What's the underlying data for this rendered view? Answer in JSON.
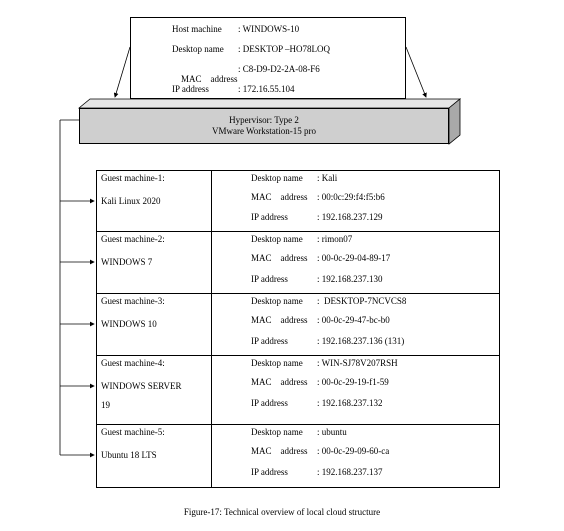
{
  "host": {
    "rows": [
      {
        "label": "Host machine",
        "value": ": WINDOWS-10"
      },
      {
        "label": "Desktop name",
        "value": ": DESKTOP –HO78LOQ"
      },
      {
        "label": "MAC    address",
        "value": ": C8-D9-D2-2A-08-F6"
      },
      {
        "label": "IP address",
        "value": ": 172.16.55.104"
      }
    ]
  },
  "hypervisor": {
    "line1": "Hypervisor: Type 2",
    "line2": "VMware Workstation-15 pro"
  },
  "guests": [
    {
      "title": "Guest machine-1:",
      "os": "Kali Linux 2020",
      "os2": "",
      "desktop_label": "Desktop name",
      "desktop": ": Kali",
      "mac_label": "MAC    address",
      "mac": ": 00:0c:29:f4:f5:b6",
      "ip_label": "IP address",
      "ip": ": 192.168.237.129"
    },
    {
      "title": "Guest machine-2:",
      "os": "WINDOWS 7",
      "os2": "",
      "desktop_label": "Desktop name",
      "desktop": ": rimon07",
      "mac_label": "MAC    address",
      "mac": ": 00-0c-29-04-89-17",
      "ip_label": "IP address",
      "ip": ": 192.168.237.130"
    },
    {
      "title": "Guest machine-3:",
      "os": "WINDOWS 10",
      "os2": "",
      "desktop_label": "Desktop name",
      "desktop": ":  DESKTOP-7NCVCS8",
      "mac_label": "MAC    address",
      "mac": ": 00-0c-29-47-bc-b0",
      "ip_label": "IP address",
      "ip": ": 192.168.237.136 (131)"
    },
    {
      "title": "Guest machine-4:",
      "os": "WINDOWS SERVER",
      "os2": "19",
      "desktop_label": "Desktop name",
      "desktop": ": WIN-SJ78V207RSH",
      "mac_label": "MAC    address",
      "mac": ": 00-0c-29-19-f1-59",
      "ip_label": "IP address",
      "ip": ": 192.168.237.132"
    },
    {
      "title": "Guest machine-5:",
      "os": "Ubuntu 18 LTS",
      "os2": "",
      "desktop_label": "Desktop name",
      "desktop": ": ubuntu",
      "mac_label": "MAC    address",
      "mac": ": 00-0c-29-09-60-ca",
      "ip_label": "IP address",
      "ip": ": 192.168.237.137"
    }
  ],
  "caption": "Figure-17: Technical overview of local cloud structure"
}
